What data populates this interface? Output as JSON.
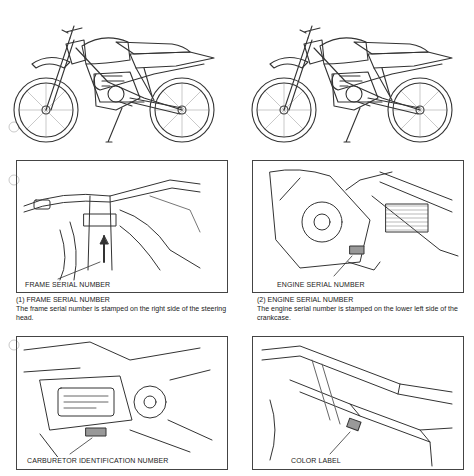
{
  "diagram": {
    "nodes": [
      {
        "text": [
          "FRAME SERIAL NUMBER"
        ]
      },
      {
        "text": [
          "ENGINE SERIAL NUMBER"
        ]
      },
      {
        "text": [
          "CARBURETOR IDENTIFICATION NUMBER"
        ]
      },
      {
        "text": [
          "COLOR LABEL"
        ]
      }
    ],
    "labels": [
      "(1) FRAME SERIAL NUMBER",
      "The frame serial number is stamped on the right side of the steering head.",
      "(2) ENGINE SERIAL NUMBER",
      "The engine serial number is stamped on the lower left side of the crankcase."
    ]
  }
}
